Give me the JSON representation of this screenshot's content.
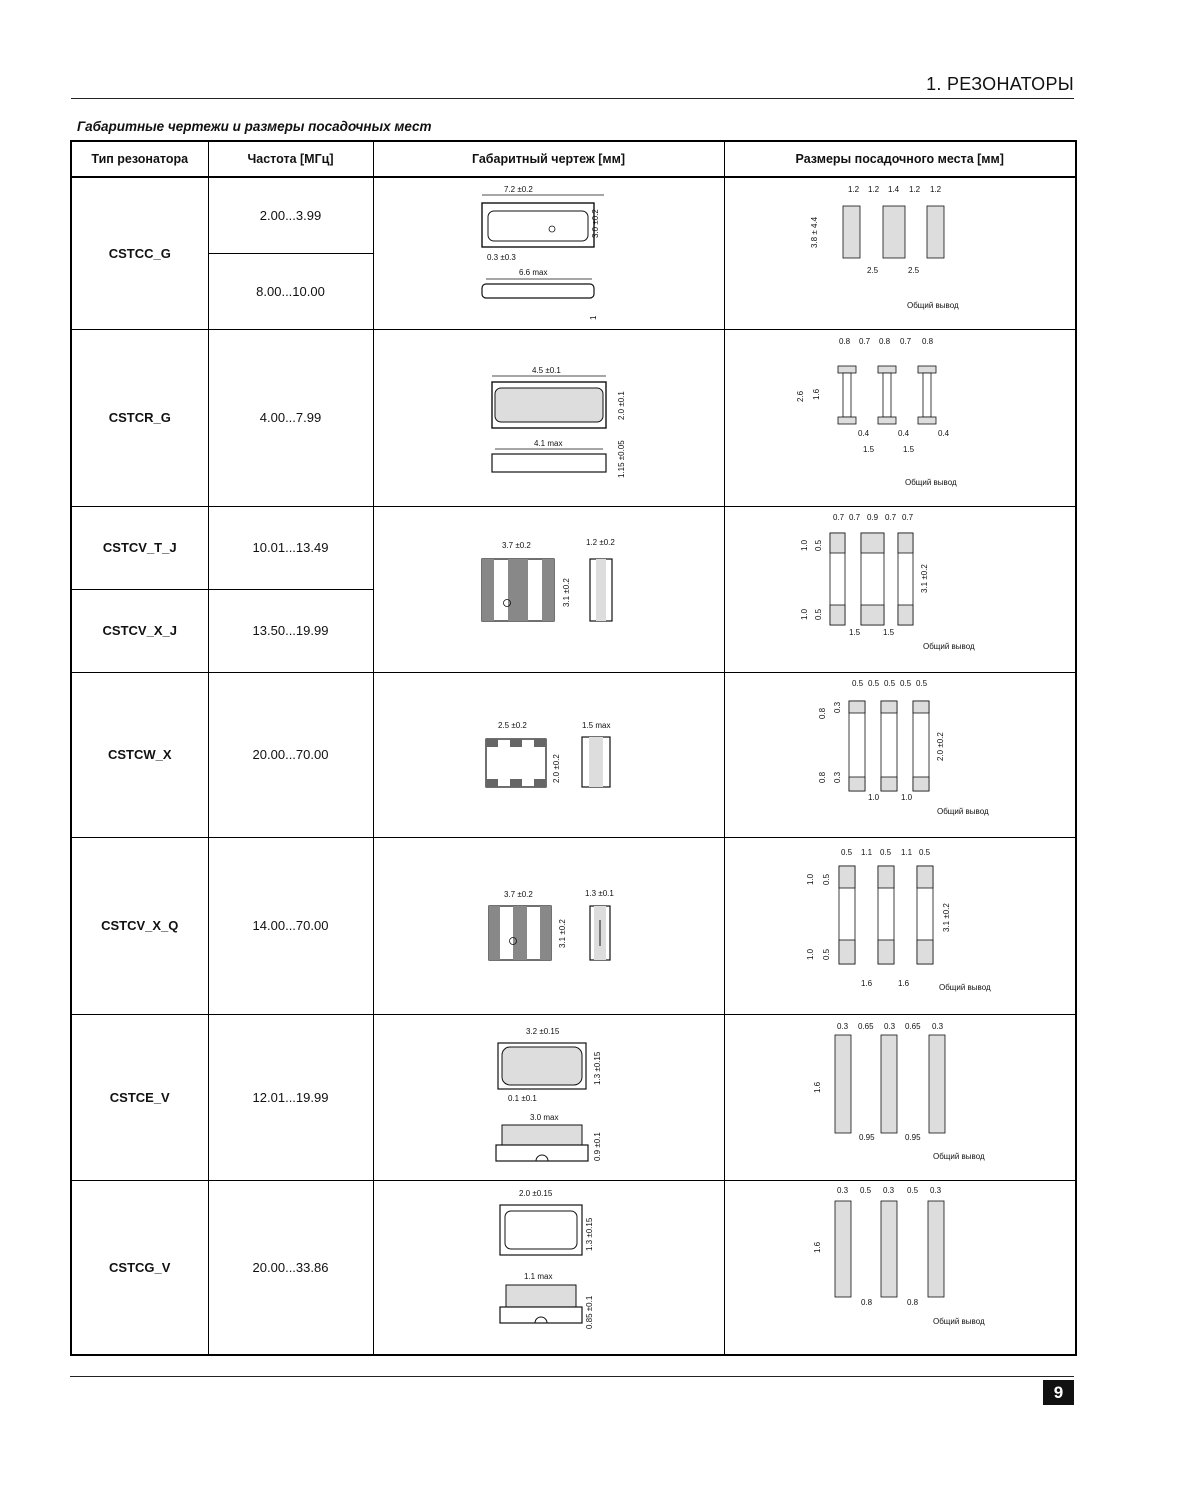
{
  "section_header": "1. РЕЗОНАТОРЫ",
  "table_caption": "Габаритные чертежи и размеры посадочных мест",
  "columns": [
    "Тип резонатора",
    "Частота [МГц]",
    "Габаритный чертеж [мм]",
    "Размеры посадочного места [мм]"
  ],
  "common_lead": "Общий вывод",
  "rows": [
    {
      "type": "CSTCC_G",
      "freq": [
        "2.00...3.99",
        "8.00...10.00"
      ],
      "dims": [
        "7.2 ±0.2",
        "3.0 ±0.2",
        "0.3 ±0.3",
        "6.6 max",
        "1"
      ],
      "land": [
        "1.2",
        "1.2",
        "1.4",
        "1.2",
        "1.2",
        "3.8 ± 4.4",
        "2.5",
        "2.5"
      ]
    },
    {
      "type": "CSTCR_G",
      "freq": [
        "4.00...7.99"
      ],
      "dims": [
        "4.5 ±0.1",
        "2.0 ±0.1",
        "4.1 max",
        "1.15 ±0.05"
      ],
      "land": [
        "0.8",
        "0.7",
        "0.8",
        "0.7",
        "0.8",
        "2.6",
        "1.6",
        "0.4",
        "0.4",
        "0.4",
        "1.5",
        "1.5"
      ]
    },
    {
      "type": [
        "CSTCV_T_J",
        "CSTCV_X_J"
      ],
      "freq": [
        "10.01...13.49",
        "13.50...19.99"
      ],
      "dims": [
        "3.7 ±0.2",
        "1.2 ±0.2",
        "3.1 ±0.2"
      ],
      "land": [
        "0.7",
        "0.7",
        "0.9",
        "0.7",
        "0.7",
        "1.0",
        "0.5",
        "3.1 ±0.2",
        "1.0",
        "0.5",
        "1.5",
        "1.5"
      ]
    },
    {
      "type": "CSTCW_X",
      "freq": [
        "20.00...70.00"
      ],
      "dims": [
        "2.5 ±0.2",
        "1.5 max",
        "2.0 ±0.2"
      ],
      "land": [
        "0.5",
        "0.5",
        "0.5",
        "0.5",
        "0.5",
        "0.8",
        "0.3",
        "2.0 ±0.2",
        "0.8",
        "0.3",
        "1.0",
        "1.0"
      ]
    },
    {
      "type": "CSTCV_X_Q",
      "freq": [
        "14.00...70.00"
      ],
      "dims": [
        "3.7 ±0.2",
        "1.3 ±0.1",
        "3.1 ±0.2"
      ],
      "land": [
        "0.5",
        "1.1",
        "0.5",
        "1.1",
        "0.5",
        "1.0",
        "0.5",
        "3.1 ±0.2",
        "1.0",
        "0.5",
        "1.6",
        "1.6"
      ]
    },
    {
      "type": "CSTCE_V",
      "freq": [
        "12.01...19.99"
      ],
      "dims": [
        "3.2 ±0.15",
        "1.3 ±0.15",
        "0.1 ±0.1",
        "3.0 max",
        "0.9 ±0.1"
      ],
      "land": [
        "0.3",
        "0.65",
        "0.3",
        "0.65",
        "0.3",
        "1.6",
        "0.95",
        "0.95"
      ]
    },
    {
      "type": "CSTCG_V",
      "freq": [
        "20.00...33.86"
      ],
      "dims": [
        "2.0 ±0.15",
        "1.3 ±0.15",
        "1.1 max",
        "0.85 ±0.1"
      ],
      "land": [
        "0.3",
        "0.5",
        "0.3",
        "0.5",
        "0.3",
        "1.6",
        "0.8",
        "0.8"
      ]
    }
  ],
  "page_number": "9"
}
